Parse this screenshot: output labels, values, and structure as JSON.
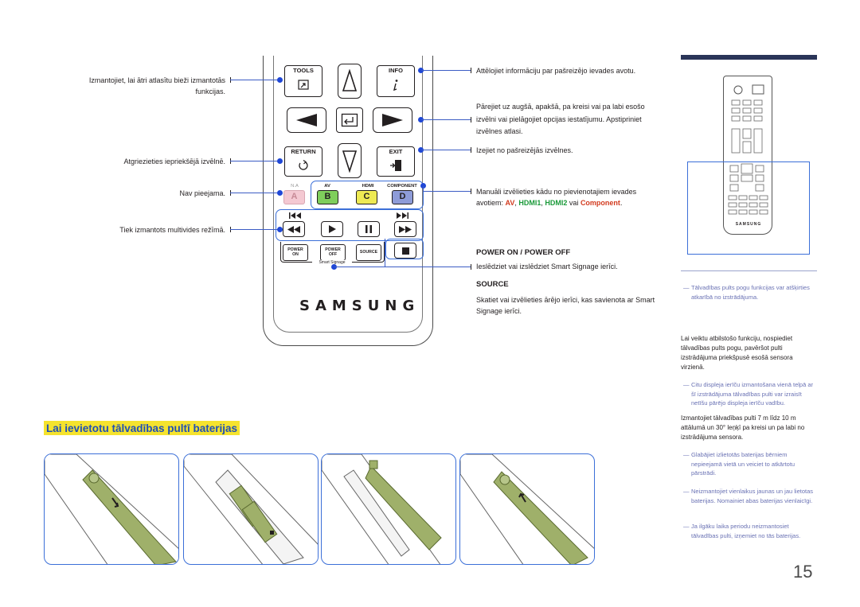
{
  "page_number": "15",
  "section_title": "Lai ievietotu tālvadības pultī baterijas",
  "brand": "SAMSUNG",
  "remote_keys": {
    "tools": "TOOLS",
    "info": "INFO",
    "return": "RETURN",
    "exit": "EXIT",
    "na": "N.A",
    "av": "AV",
    "hdmi": "HDMI",
    "component": "COMPONENT",
    "a": "A",
    "b": "B",
    "c": "C",
    "d": "D",
    "power_on_1": "POWER",
    "power_on_2": "ON",
    "power_off_1": "POWER",
    "power_off_2": "OFF",
    "source": "SOURCE",
    "smart_signage": "Smart Signage"
  },
  "left_labels": {
    "tools": "Izmantojiet, lai ātri atlasītu bieži izmantotās funkcijas.",
    "return": "Atgriezieties iepriekšējā izvēlnē.",
    "na": "Nav pieejama.",
    "multimedia": "Tiek izmantots multivides režīmā."
  },
  "right_labels": {
    "info": "Attēlojiet informāciju par pašreizējo ievades avotu.",
    "nav": "Pārejiet uz augšā, apakšā, pa kreisi vai pa labi esošo izvēlni vai pielāgojiet opcijas iestatījumu. Apstipriniet izvēlnes atlasi.",
    "exit": "Izejiet no pašreizējās izvēlnes.",
    "color_1": "Manuāli izvēlieties kādu no pievienotajiem ievades avotiem: ",
    "color_av": "AV",
    "color_sep1": ", ",
    "color_hdmi1": "HDMI1",
    "color_sep2": ", ",
    "color_hdmi2": "HDMI2",
    "color_sep3": " vai ",
    "color_comp": "Component",
    "color_end": ".",
    "power_heading": "POWER ON / POWER OFF",
    "power_text": "Ieslēdziet vai izslēdziet Smart Signage ierīci.",
    "source_heading": "SOURCE",
    "source_text": "Skatiet vai izvēlieties ārējo ierīci, kas savienota ar Smart Signage ierīci."
  },
  "sidebar": {
    "note1": "Tālvadības pults pogu funkcijas var atšķirties atkarībā no izstrādājuma.",
    "para1": "Lai veiktu atbilstošo funkciju, nospiediet tālvadības pults pogu, pavēršot pulti izstrādājuma priekšpusē esošā sensora virzienā.",
    "note2": "Citu displeja ierīču izmantošana vienā telpā ar šī izstrādājuma tālvadības pulti var izraisīt netīšu pārējo displeja ierīču vadību.",
    "para2": "Izmantojiet tālvadības pulti 7 m līdz 10 m attālumā un 30° leņķī pa kreisi un pa labi no izstrādājuma sensora.",
    "note3": "Glabājiet izlietotās baterijas bērniem nepieejamā vietā un veiciet to atkārtotu pārstrādi.",
    "note4": "Neizmantojiet vienlaikus jaunas un jau lietotas baterijas. Nomainiet abas baterijas vienlaicīgi.",
    "note5": "Ja ilgāku laika periodu neizmantosiet tālvadības pulti, izņemiet no tās baterijas.",
    "dash": "―"
  },
  "colors": {
    "accent_blue": "#3b6fd8",
    "title_highlight": "#f5e32e",
    "title_text": "#1f4fb5",
    "note_text": "#6a72b4",
    "key_b": "#7fce5c",
    "key_c": "#eeea54",
    "key_d": "#8e9cd8",
    "key_a": "#f4c9d2",
    "battery_cover": "#9fb06a",
    "source_red": "#d23b1f"
  }
}
